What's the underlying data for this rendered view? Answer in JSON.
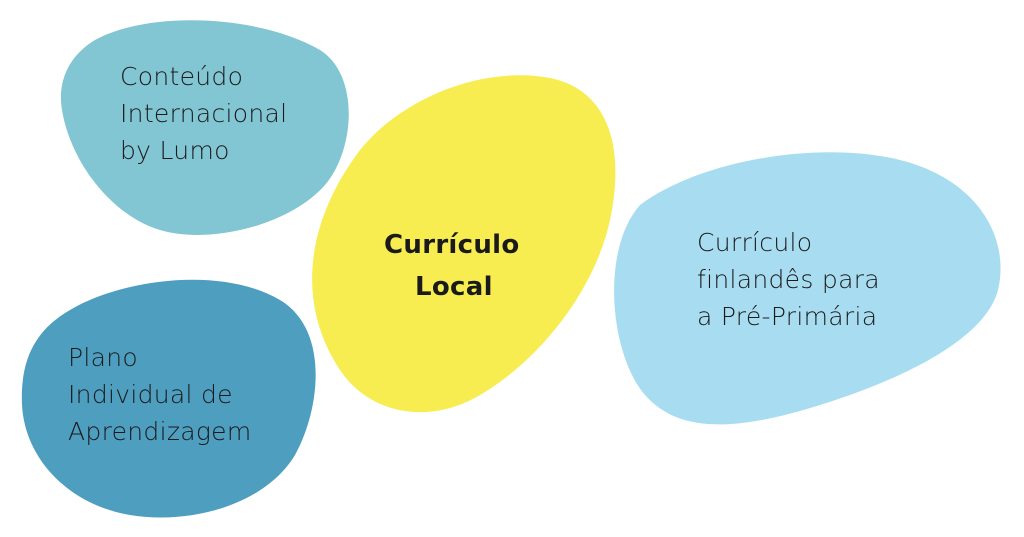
{
  "colors": {
    "teal": "#82C6D4",
    "yellow": "#F7EC50",
    "dark_blue": "#4E9EC0",
    "light_blue": "#A8DDF1"
  },
  "blobs": [
    {
      "id": "international",
      "lines": [
        "Conteúdo",
        "Internacional",
        "by Lumo"
      ]
    },
    {
      "id": "local",
      "lines": [
        "Currículo",
        "Local"
      ]
    },
    {
      "id": "finnish",
      "lines": [
        "Currículo",
        "finlandês para",
        "a Pré-Primária"
      ]
    },
    {
      "id": "individual",
      "lines": [
        "Plano",
        "Individual de",
        "Aprendizagem"
      ]
    }
  ]
}
